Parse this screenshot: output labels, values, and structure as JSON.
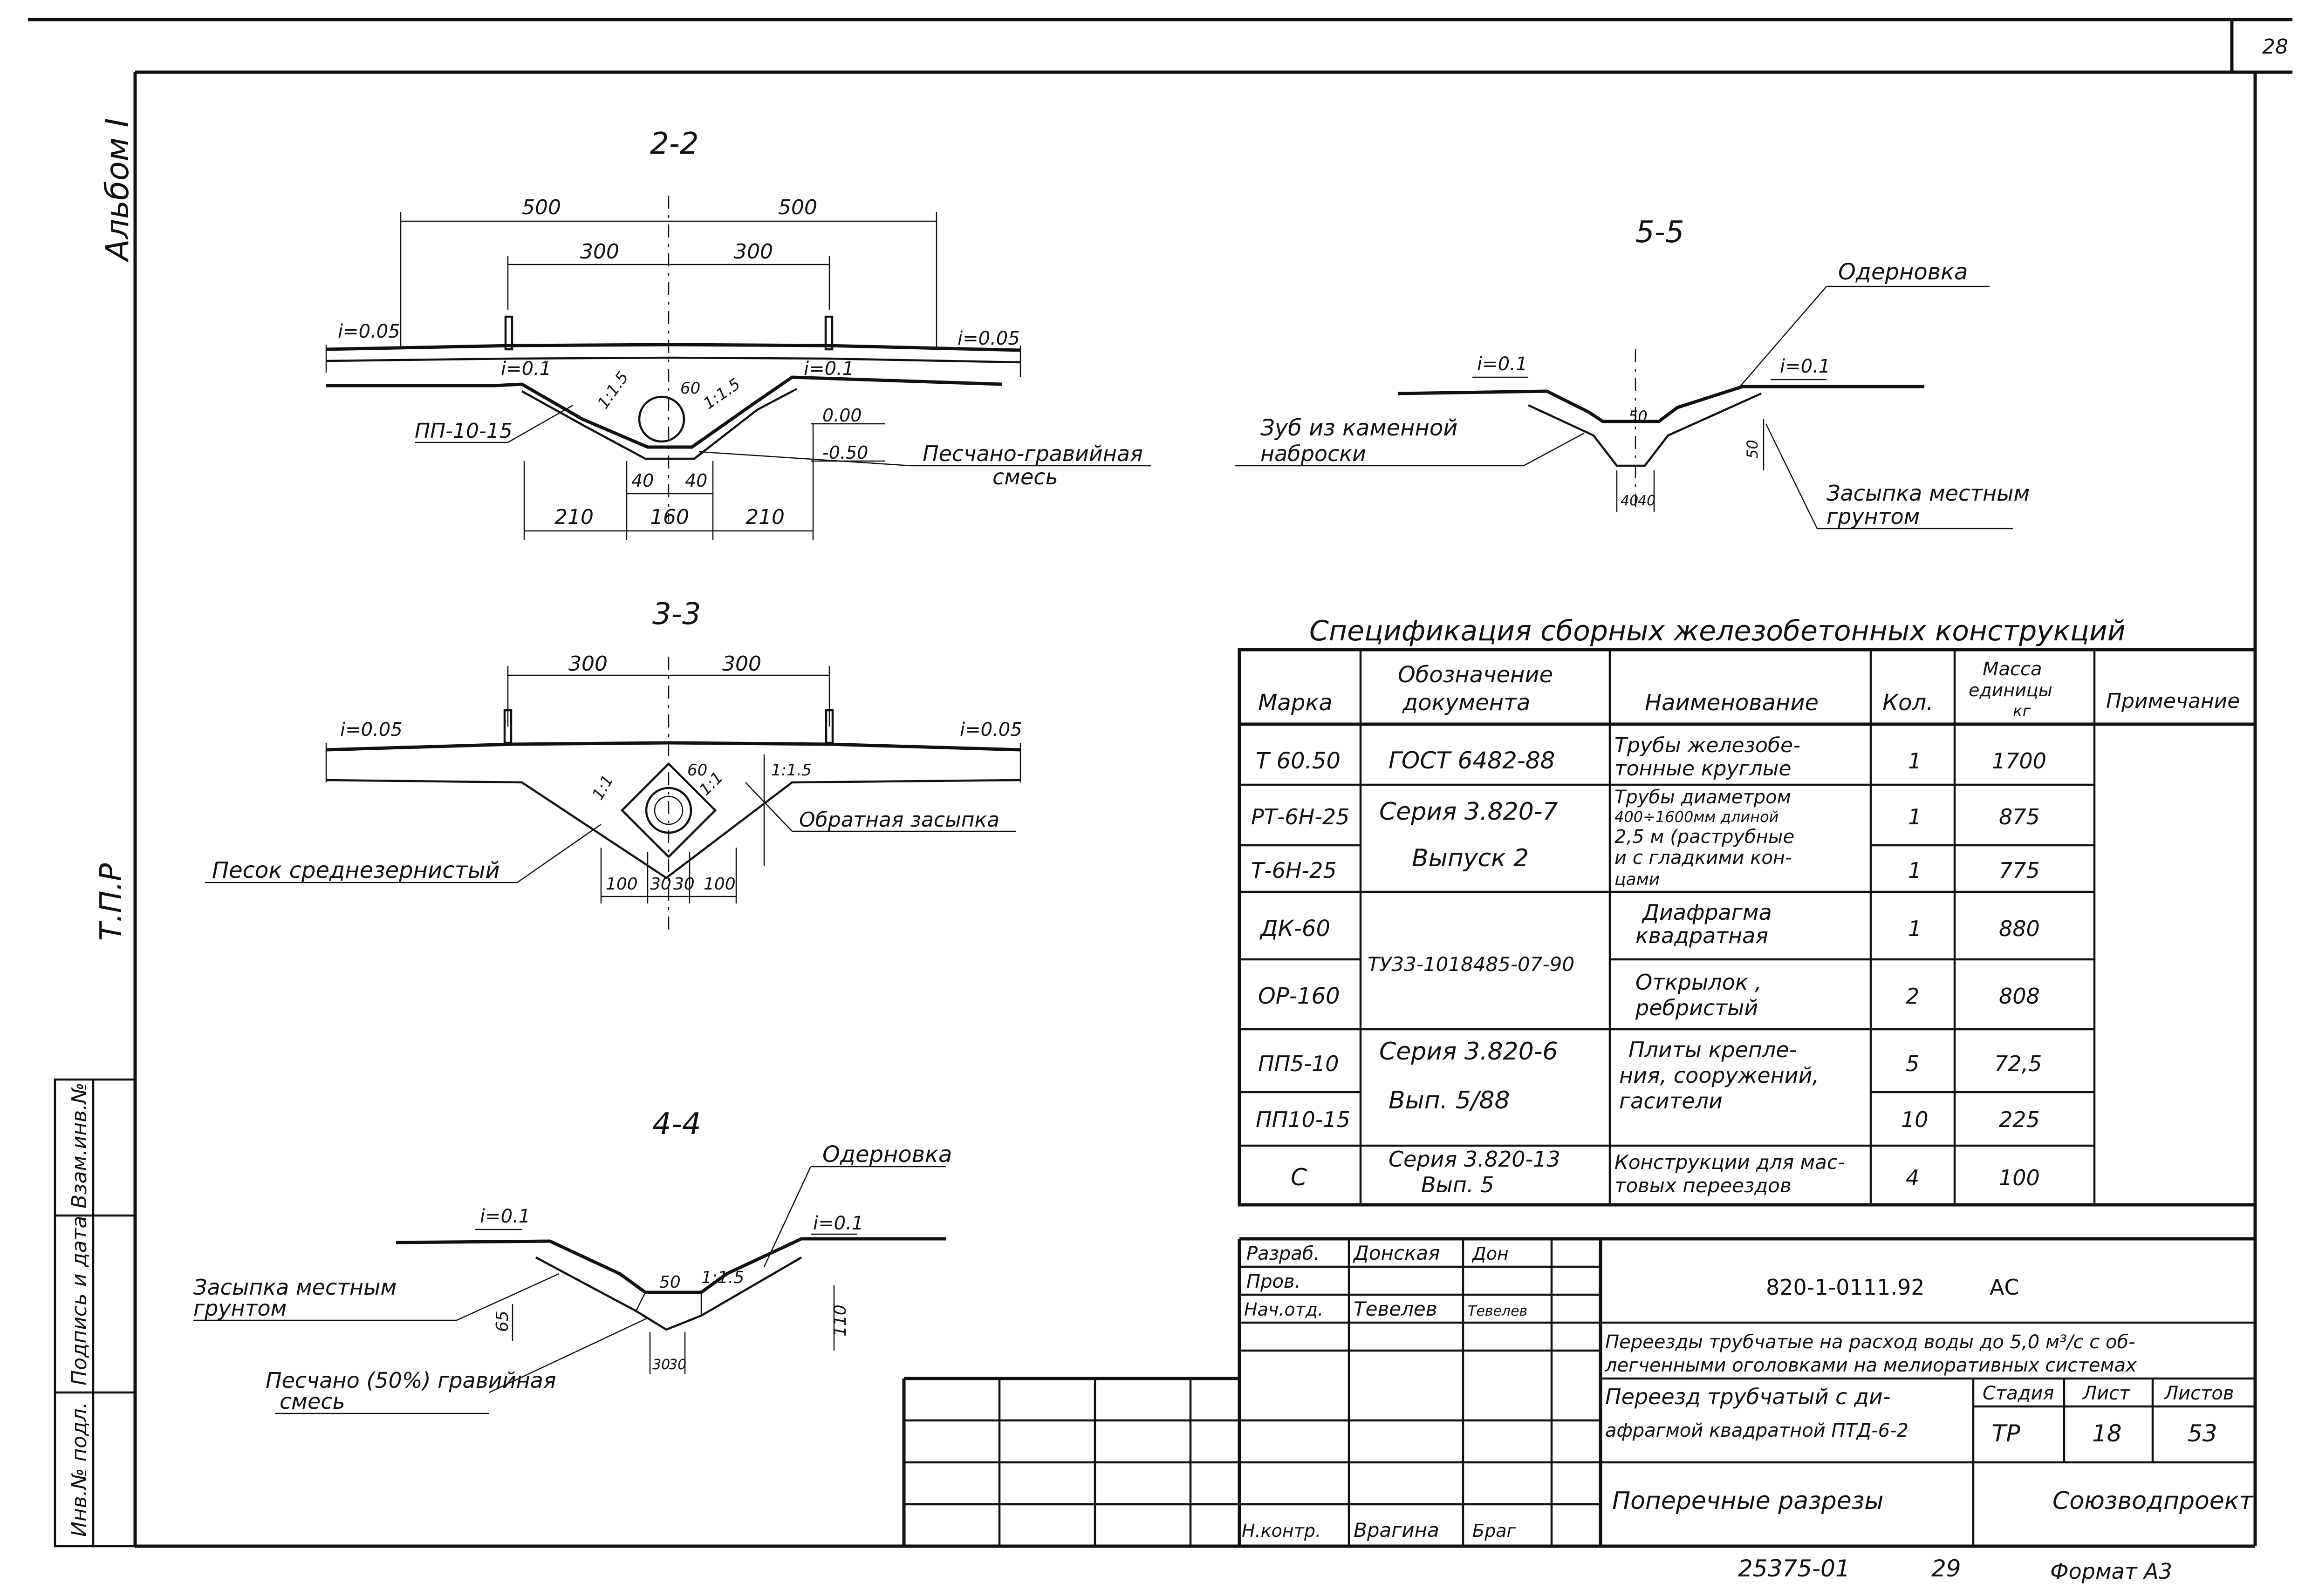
{
  "sheet_number": "28",
  "album_label": "Альбом I",
  "tpr_label": "Т.П.Р",
  "side_stamp": [
    "Инв.№ подл.",
    "Подпись и дата",
    "Взам.инв.№"
  ],
  "section_2_2": {
    "title": "2-2",
    "dims_top": [
      "500",
      "500"
    ],
    "dims_mid": [
      "300",
      "300"
    ],
    "slope_left": "i=0.05",
    "slope_right": "i=0.05",
    "slope_inner_left": "i=0.1",
    "slope_inner_right": "i=0.1",
    "side_slope_left": "1:1.5",
    "side_slope_right": "1:1.5",
    "angle": "60",
    "elev_top": "0.00",
    "elev_bottom": "-0.50",
    "dims_small": [
      "40",
      "40"
    ],
    "dims_bottom": [
      "210",
      "160",
      "210"
    ],
    "label_plate": "ПП-10-15",
    "label_mix_1": "Песчано-гравийная",
    "label_mix_2": "смесь"
  },
  "section_3_3": {
    "title": "3-3",
    "dims_top": [
      "300",
      "300"
    ],
    "slope_left": "i=0.05",
    "slope_right": "i=0.05",
    "side_slope_left": "1:1",
    "side_slope_right": "1:1",
    "side_slope_far": "1:1.5",
    "angle": "60",
    "dims_bottom": [
      "100",
      "30",
      "30",
      "100"
    ],
    "label_sand": "Песок среднезернистый",
    "label_backfill": "Обратная засыпка"
  },
  "section_4_4": {
    "title": "4-4",
    "slope_left": "i=0.1",
    "slope_right": "i=0.1",
    "side_slope": "1:1.5",
    "dim_center": "50",
    "dim_left": "65",
    "dim_right": "110",
    "dims_bottom": [
      "30",
      "30"
    ],
    "label_sod": "Одерновка",
    "label_fill_1": "Засыпка местным",
    "label_fill_2": "грунтом",
    "label_mix_1": "Песчано (50%) гравийная",
    "label_mix_2": "смесь"
  },
  "section_5_5": {
    "title": "5-5",
    "slope_left": "i=0.1",
    "slope_right": "i=0.1",
    "dim_center": "50",
    "dim_side": "50",
    "dims_bottom": [
      "40",
      "40"
    ],
    "label_sod": "Одерновка",
    "label_tooth_1": "Зуб из каменной",
    "label_tooth_2": "наброски",
    "label_fill_1": "Засыпка местным",
    "label_fill_2": "грунтом"
  },
  "spec": {
    "title": "Спецификация сборных железобетонных конструкций",
    "headers": {
      "mark": "Марка",
      "doc_1": "Обозначение",
      "doc_2": "документа",
      "name": "Наименование",
      "qty": "Кол.",
      "mass_1": "Масса",
      "mass_2": "единицы",
      "mass_3": "кг",
      "note": "Примечание"
    },
    "rows": [
      {
        "mark": "Т 60.50",
        "qty": "1",
        "mass": "1700"
      },
      {
        "mark": "РТ-6Н-25",
        "qty": "1",
        "mass": "875"
      },
      {
        "mark": "Т-6Н-25",
        "qty": "1",
        "mass": "775"
      },
      {
        "mark": "ДК-60",
        "qty": "1",
        "mass": "880"
      },
      {
        "mark": "ОР-160",
        "qty": "2",
        "mass": "808"
      },
      {
        "mark": "ПП5-10",
        "qty": "5",
        "mass": "72,5"
      },
      {
        "mark": "ПП10-15",
        "qty": "10",
        "mass": "225"
      },
      {
        "mark": "С",
        "qty": "4",
        "mass": "100"
      }
    ],
    "docs": [
      [
        "ГОСТ 6482-88"
      ],
      [
        "Серия 3.820-7",
        "Выпуск 2"
      ],
      [
        "ТУ33-1018485-07-90"
      ],
      [
        "Серия 3.820-6",
        "Вып. 5/88"
      ],
      [
        "Серия 3.820-13",
        "Вып. 5"
      ]
    ],
    "names": [
      [
        "Трубы железобе-",
        "тонные круглые"
      ],
      [
        "Трубы диаметром",
        "400÷1600мм длиной",
        "2,5 м (раструбные",
        "и с гладкими кон-",
        "цами"
      ],
      [
        "Диафрагма",
        "квадратная"
      ],
      [
        "Открылок ,",
        "ребристый"
      ],
      [
        "Плиты крепле-",
        "ния, сооружений,",
        "гасители"
      ],
      [
        "Конструкции для мас-",
        "товых переездов"
      ]
    ]
  },
  "stamp": {
    "roles": [
      "Разраб.",
      "Пров.",
      "Нач.отд.",
      "Н.контр."
    ],
    "names": [
      "Донская",
      "",
      "Тевелев",
      "Врагина"
    ],
    "signatures": [
      "Дон",
      "",
      "Тевелев",
      "Браг"
    ],
    "code": "820-1-0111.92",
    "code_suffix": "АС",
    "title_1": "Переезды трубчатые на расход воды до 5,0 м³/с с об-",
    "title_2": "легченными оголовками на мелиоративных системах",
    "sheet_title_1": "Переезд трубчатый с ди-",
    "sheet_title_2": "афрагмой квадратной ПТД-6-2",
    "stage_label": "Стадия",
    "sheet_label": "Лист",
    "sheets_label": "Листов",
    "stage": "ТР",
    "sheet": "18",
    "sheets": "53",
    "drawing_title": "Поперечные разрезы",
    "org": "Союзводпроект"
  },
  "footer": {
    "inventory": "25375-01",
    "page": "29",
    "format": "Формат А3"
  }
}
